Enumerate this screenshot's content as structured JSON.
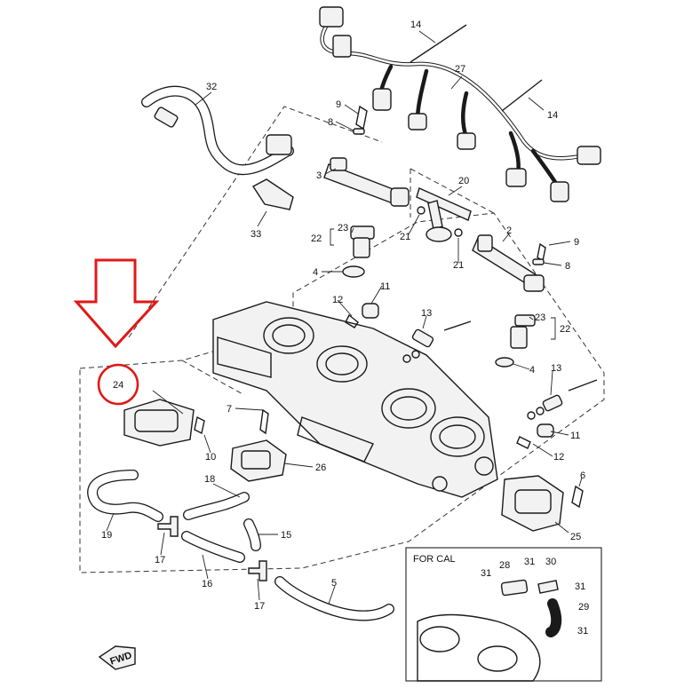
{
  "inset": {
    "label": "FOR CAL"
  },
  "fwd_label": "FWD",
  "marker": {
    "circled": "24",
    "arrow_color": "#e01818",
    "circle_color": "#e01818"
  },
  "callouts": {
    "c14a": "14",
    "c27": "27",
    "c14b": "14",
    "c32": "32",
    "c9a": "9",
    "c8a": "8",
    "c3": "3",
    "c20": "20",
    "c23a": "23",
    "c22a": "22",
    "c21a": "21",
    "c21b": "21",
    "c4a": "4",
    "c33": "33",
    "c2": "2",
    "c9b": "9",
    "c8b": "8",
    "c12a": "12",
    "c11a": "11",
    "c13a": "13",
    "c23b": "23",
    "c22b": "22",
    "c4b": "4",
    "c13b": "13",
    "c24": "24",
    "c7": "7",
    "c10": "10",
    "c11b": "11",
    "c12b": "12",
    "c26": "26",
    "c6": "6",
    "c18": "18",
    "c19": "19",
    "c15": "15",
    "c17a": "17",
    "c16": "16",
    "c17b": "17",
    "c5": "5",
    "c25": "25",
    "c31a": "31",
    "c28": "28",
    "c31b": "31",
    "c30": "30",
    "c31c": "31",
    "c29": "29",
    "c31d": "31"
  }
}
